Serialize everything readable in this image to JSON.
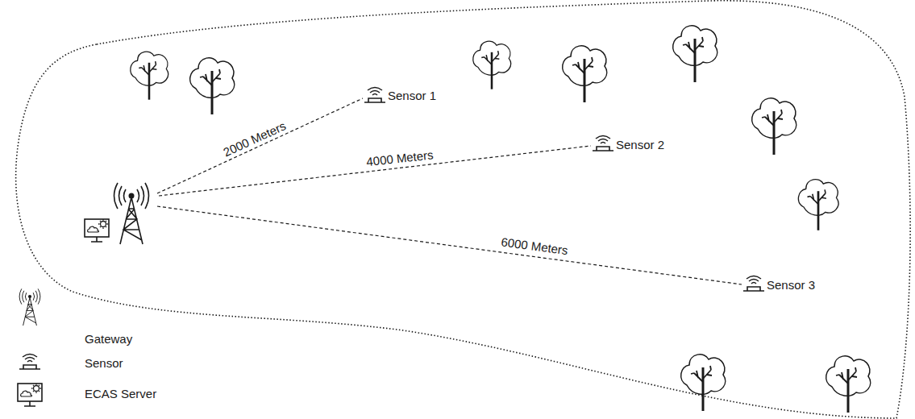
{
  "diagram": {
    "labels": [
      "2000 Meters",
      "Sensor 1",
      "4000 Meters",
      "Sensor 2",
      "6000 Meters",
      "Sensor 3"
    ],
    "legend": [
      {
        "text": "Gateway"
      },
      {
        "text": "Sensor"
      },
      {
        "text": "ECAS Server"
      }
    ]
  }
}
